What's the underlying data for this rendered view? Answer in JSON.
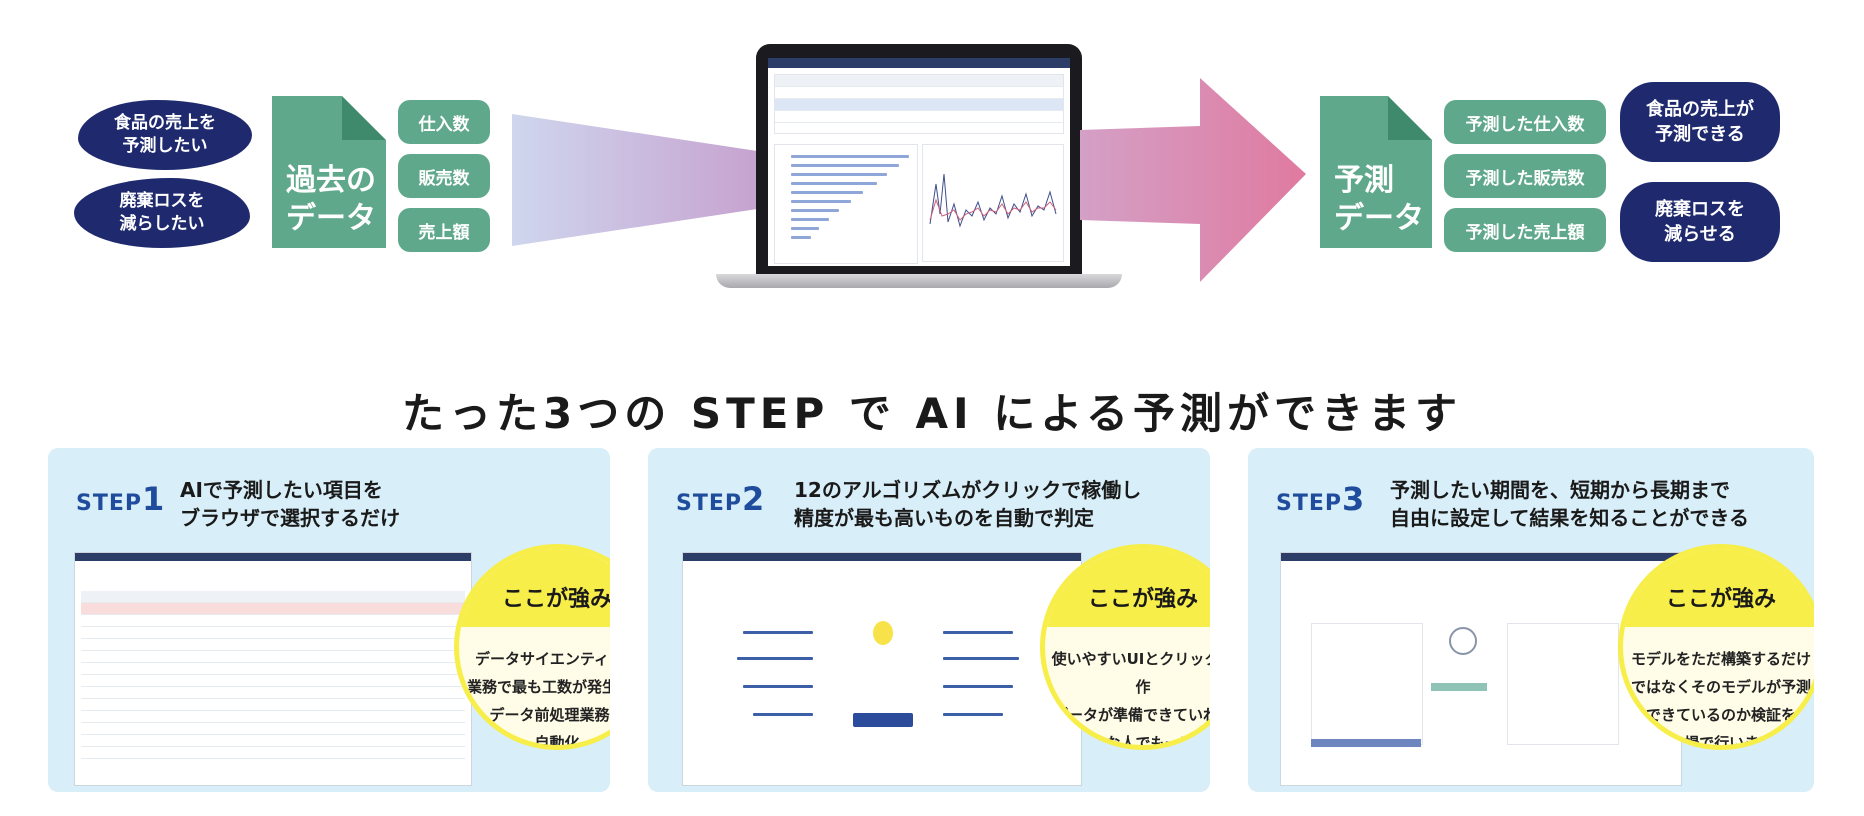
{
  "top": {
    "goals": [
      "食品の売上を\n予測したい",
      "廃棄ロスを\n減らしたい"
    ],
    "past_doc_title": "過去の\nデータ",
    "past_items": [
      "仕入数",
      "販売数",
      "売上額"
    ],
    "pred_doc_title": "予測\nデータ",
    "pred_items": [
      "予測した仕入数",
      "予測した販売数",
      "予測した売上額"
    ],
    "results": [
      "食品の売上が\n予測できる",
      "廃棄ロスを\n減らせる"
    ]
  },
  "headline": "たった3つの STEP で AI による予測ができます",
  "steps": [
    {
      "label": "STEP",
      "num": "1",
      "text": "AIで予測したい項目を\nブラウザで選択するだけ",
      "badge": "ここが強み",
      "badge_text": "データサイエンティスト\n業務で最も工数が発生する\nデータ前処理業務も\n自動化"
    },
    {
      "label": "STEP",
      "num": "2",
      "text": "12のアルゴリズムがクリックで稼働し\n精度が最も高いものを自動で判定",
      "badge": "ここが強み",
      "badge_text": "使いやすいUIとクリック操作\nデータが準備できていれば\nどんな人でも一定の\n成果を出せます。"
    },
    {
      "label": "STEP",
      "num": "3",
      "text": "予測したい期間を、短期から長期まで\n自由に設定して結果を知ることができる",
      "badge": "ここが強み",
      "badge_text": "モデルをただ構築するだけ\nではなくそのモデルが予測\nできているのか検証を\nその場で行います。"
    }
  ],
  "colors": {
    "navy": "#1f2a6e",
    "green": "#5fa88b",
    "step_blue": "#1f4c9c",
    "card_bg": "#d8eef8",
    "yellow": "#f7ee4a",
    "pink": "#e07aa0"
  }
}
